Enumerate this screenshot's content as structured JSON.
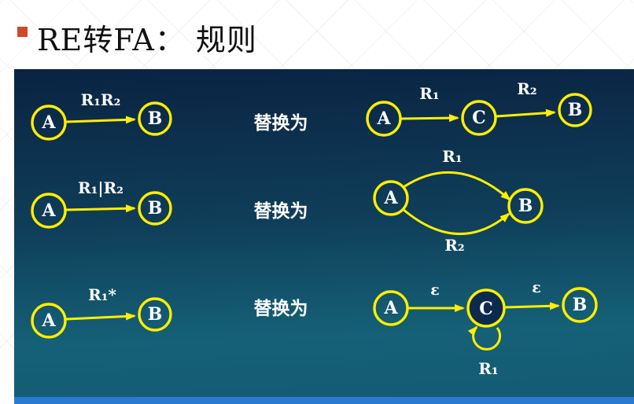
{
  "title": {
    "text": "RE转FA： 规则"
  },
  "colors": {
    "accent_yellow": "#ffee00",
    "panel_top": "#0a2342",
    "panel_bottom": "#156177",
    "bottom_bar_blue": "#2a7ad2",
    "bullet_red": "#cf4a27",
    "text_white": "#ffffff",
    "title_black": "#111111"
  },
  "rows": [
    {
      "replace_label": "替换为",
      "left": {
        "start": "A",
        "end": "B",
        "edge_label": "R₁R₂"
      },
      "right": {
        "type": "chain",
        "states": [
          "A",
          "C",
          "B"
        ],
        "edge_labels": [
          "R₁",
          "R₂"
        ]
      }
    },
    {
      "replace_label": "替换为",
      "left": {
        "start": "A",
        "end": "B",
        "edge_label": "R₁|R₂"
      },
      "right": {
        "type": "parallel",
        "states": [
          "A",
          "B"
        ],
        "edge_labels": [
          "R₁",
          "R₂"
        ]
      }
    },
    {
      "replace_label": "替换为",
      "left": {
        "start": "A",
        "end": "B",
        "edge_label": "R₁*"
      },
      "right": {
        "type": "loop",
        "states": [
          "A",
          "C",
          "B"
        ],
        "edge_labels": [
          "ε",
          "ε"
        ],
        "loop_label": "R₁"
      }
    }
  ]
}
